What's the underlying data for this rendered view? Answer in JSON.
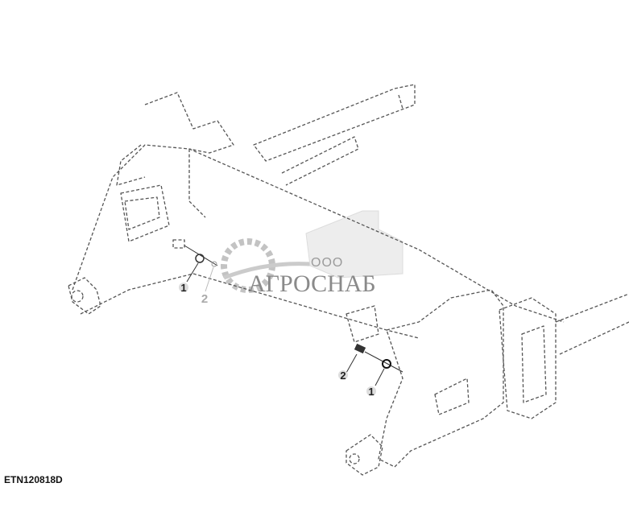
{
  "figure_id": "ETN120818D",
  "callouts": [
    {
      "label": "1",
      "part": "washer",
      "side": "left"
    },
    {
      "label": "2",
      "part": "bolt",
      "side": "left"
    },
    {
      "label": "2",
      "part": "bolt",
      "side": "right"
    },
    {
      "label": "1",
      "part": "washer",
      "side": "right"
    }
  ],
  "watermark": {
    "prefix": "ООО",
    "name": "АГРОСНАБ"
  }
}
